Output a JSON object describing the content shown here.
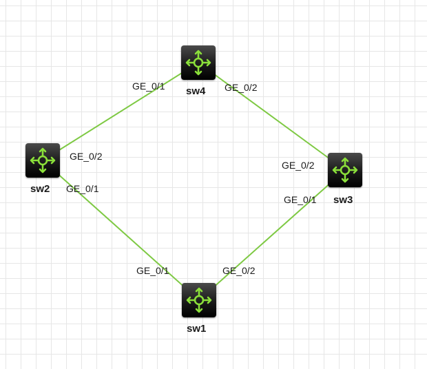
{
  "nodes": {
    "sw1": {
      "label": "sw1",
      "icon": "switch-icon"
    },
    "sw2": {
      "label": "sw2",
      "icon": "switch-icon"
    },
    "sw3": {
      "label": "sw3",
      "icon": "switch-icon"
    },
    "sw4": {
      "label": "sw4",
      "icon": "switch-icon"
    }
  },
  "links": [
    {
      "from": "sw2",
      "from_port": "GE_0/2",
      "to": "sw4",
      "to_port": "GE_0/1"
    },
    {
      "from": "sw4",
      "from_port": "GE_0/2",
      "to": "sw3",
      "to_port": "GE_0/2"
    },
    {
      "from": "sw2",
      "from_port": "GE_0/1",
      "to": "sw1",
      "to_port": "GE_0/1"
    },
    {
      "from": "sw1",
      "from_port": "GE_0/2",
      "to": "sw3",
      "to_port": "GE_0/1"
    }
  ],
  "colors": {
    "link": "#7ec943",
    "icon_glyph": "#8be03a",
    "node_body": "#1a1a1a",
    "grid": "#e6e6e6"
  }
}
